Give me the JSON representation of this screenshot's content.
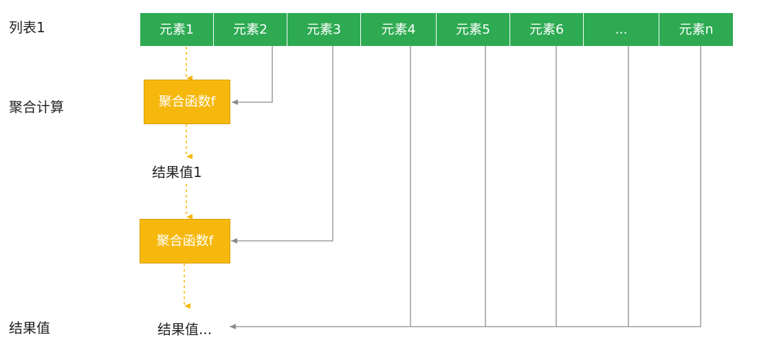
{
  "row_labels": {
    "list": "列表1",
    "aggregate": "聚合计算",
    "result": "结果值"
  },
  "list_cells": [
    "元素1",
    "元素2",
    "元素3",
    "元素4",
    "元素5",
    "元素6",
    "...",
    "元素n"
  ],
  "aggregate_boxes": [
    "聚合函数f",
    "聚合函数f"
  ],
  "results": {
    "first": "结果值1",
    "final": "结果值..."
  },
  "colors": {
    "list_fill": "#2eaa52",
    "aggregate_fill": "#f6b80c",
    "dashed_arrow": "#f6b80c",
    "connector": "#8a8a8a"
  }
}
